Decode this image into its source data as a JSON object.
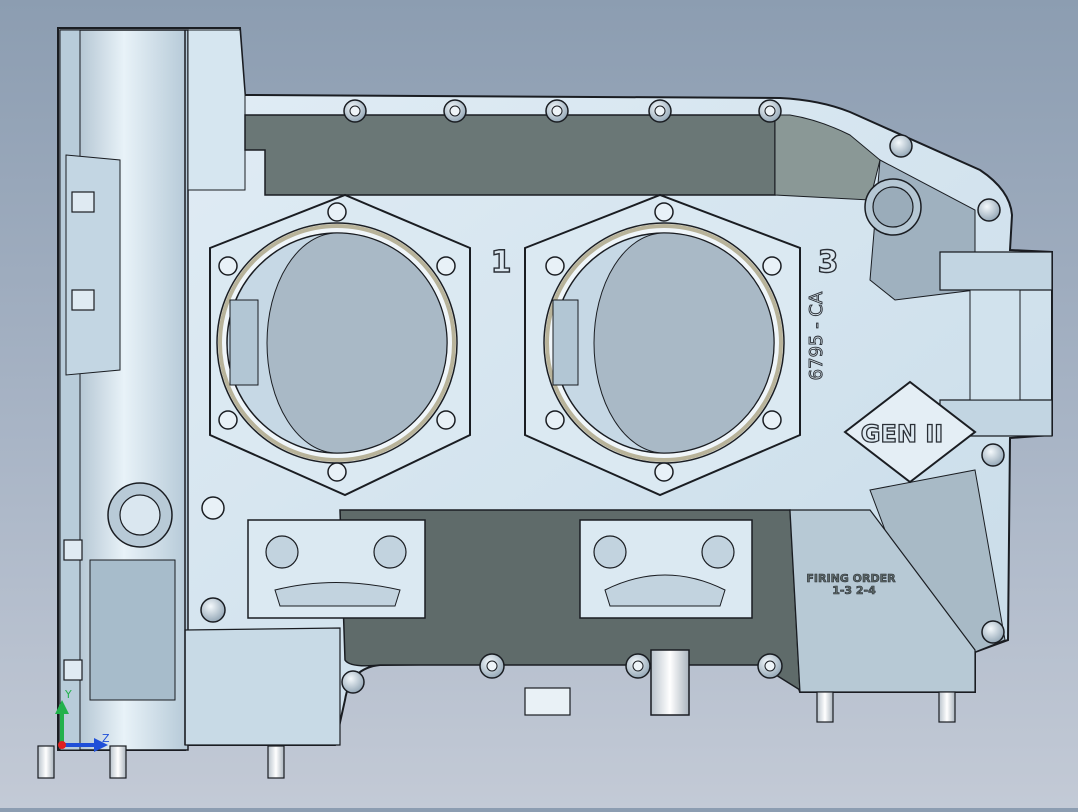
{
  "view": {
    "background_top": "#8c9db1",
    "background_bottom": "#c3cad6",
    "part_color": "#d3e4f0",
    "part_shadow": "#5f6b6a",
    "edge_color": "#1a1d22"
  },
  "part": {
    "cylinder_labels": [
      "1",
      "3"
    ],
    "part_number": "6795 - CA",
    "badge": "GEN II",
    "firing_order": [
      "FIRING ORDER",
      "1-3  2-4"
    ]
  },
  "triad": {
    "y_label": "Y",
    "z_label": "Z",
    "y_color": "#22b14c",
    "z_color": "#1f4fd8",
    "x_color": "#e02020"
  }
}
